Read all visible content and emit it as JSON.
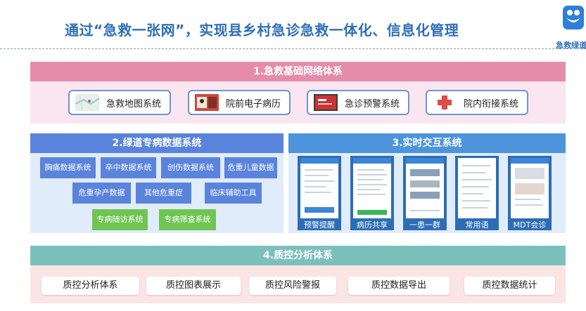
{
  "header": {
    "title": "通过“急救一张网”，实现县乡村急诊急救一体化、信息化管理",
    "logo_text": "急救绿道"
  },
  "section1": {
    "title": "1.急救基础网络体系",
    "items": [
      {
        "label": "急救地图系统",
        "icon": "map-icon"
      },
      {
        "label": "院前电子病历",
        "icon": "medical-record-photo-icon"
      },
      {
        "label": "急诊预警系统",
        "icon": "warning-screen-icon"
      },
      {
        "label": "院内衔接系统",
        "icon": "red-cross-icon"
      }
    ]
  },
  "section2": {
    "title": "2.绿道专病数据系统",
    "tags": [
      "胸痛数据系统",
      "卒中数据系统",
      "创伤数据系统",
      "危重儿童数据",
      "危重孕产数据",
      "其他危重症",
      "临床辅助工具",
      "专病随访系统",
      "专病筛查系统"
    ]
  },
  "section3": {
    "title": "3.实时交互系统",
    "apps": [
      {
        "label": "预警提醒"
      },
      {
        "label": "病历共享"
      },
      {
        "label": "一患一群"
      },
      {
        "label": "常用语"
      },
      {
        "label": "MDT会诊"
      }
    ]
  },
  "section4": {
    "title": "4.质控分析体系",
    "items": [
      "质控分析体系",
      "质控图表展示",
      "质控风险警报",
      "质控数据导出",
      "质控数据统计"
    ]
  },
  "colors": {
    "title_blue": "#2f6fb5",
    "pink_header": "#e58cab",
    "blue_header": "#5a83dc",
    "green_tag": "#6fc553",
    "teal_header": "#7cc0bd"
  }
}
